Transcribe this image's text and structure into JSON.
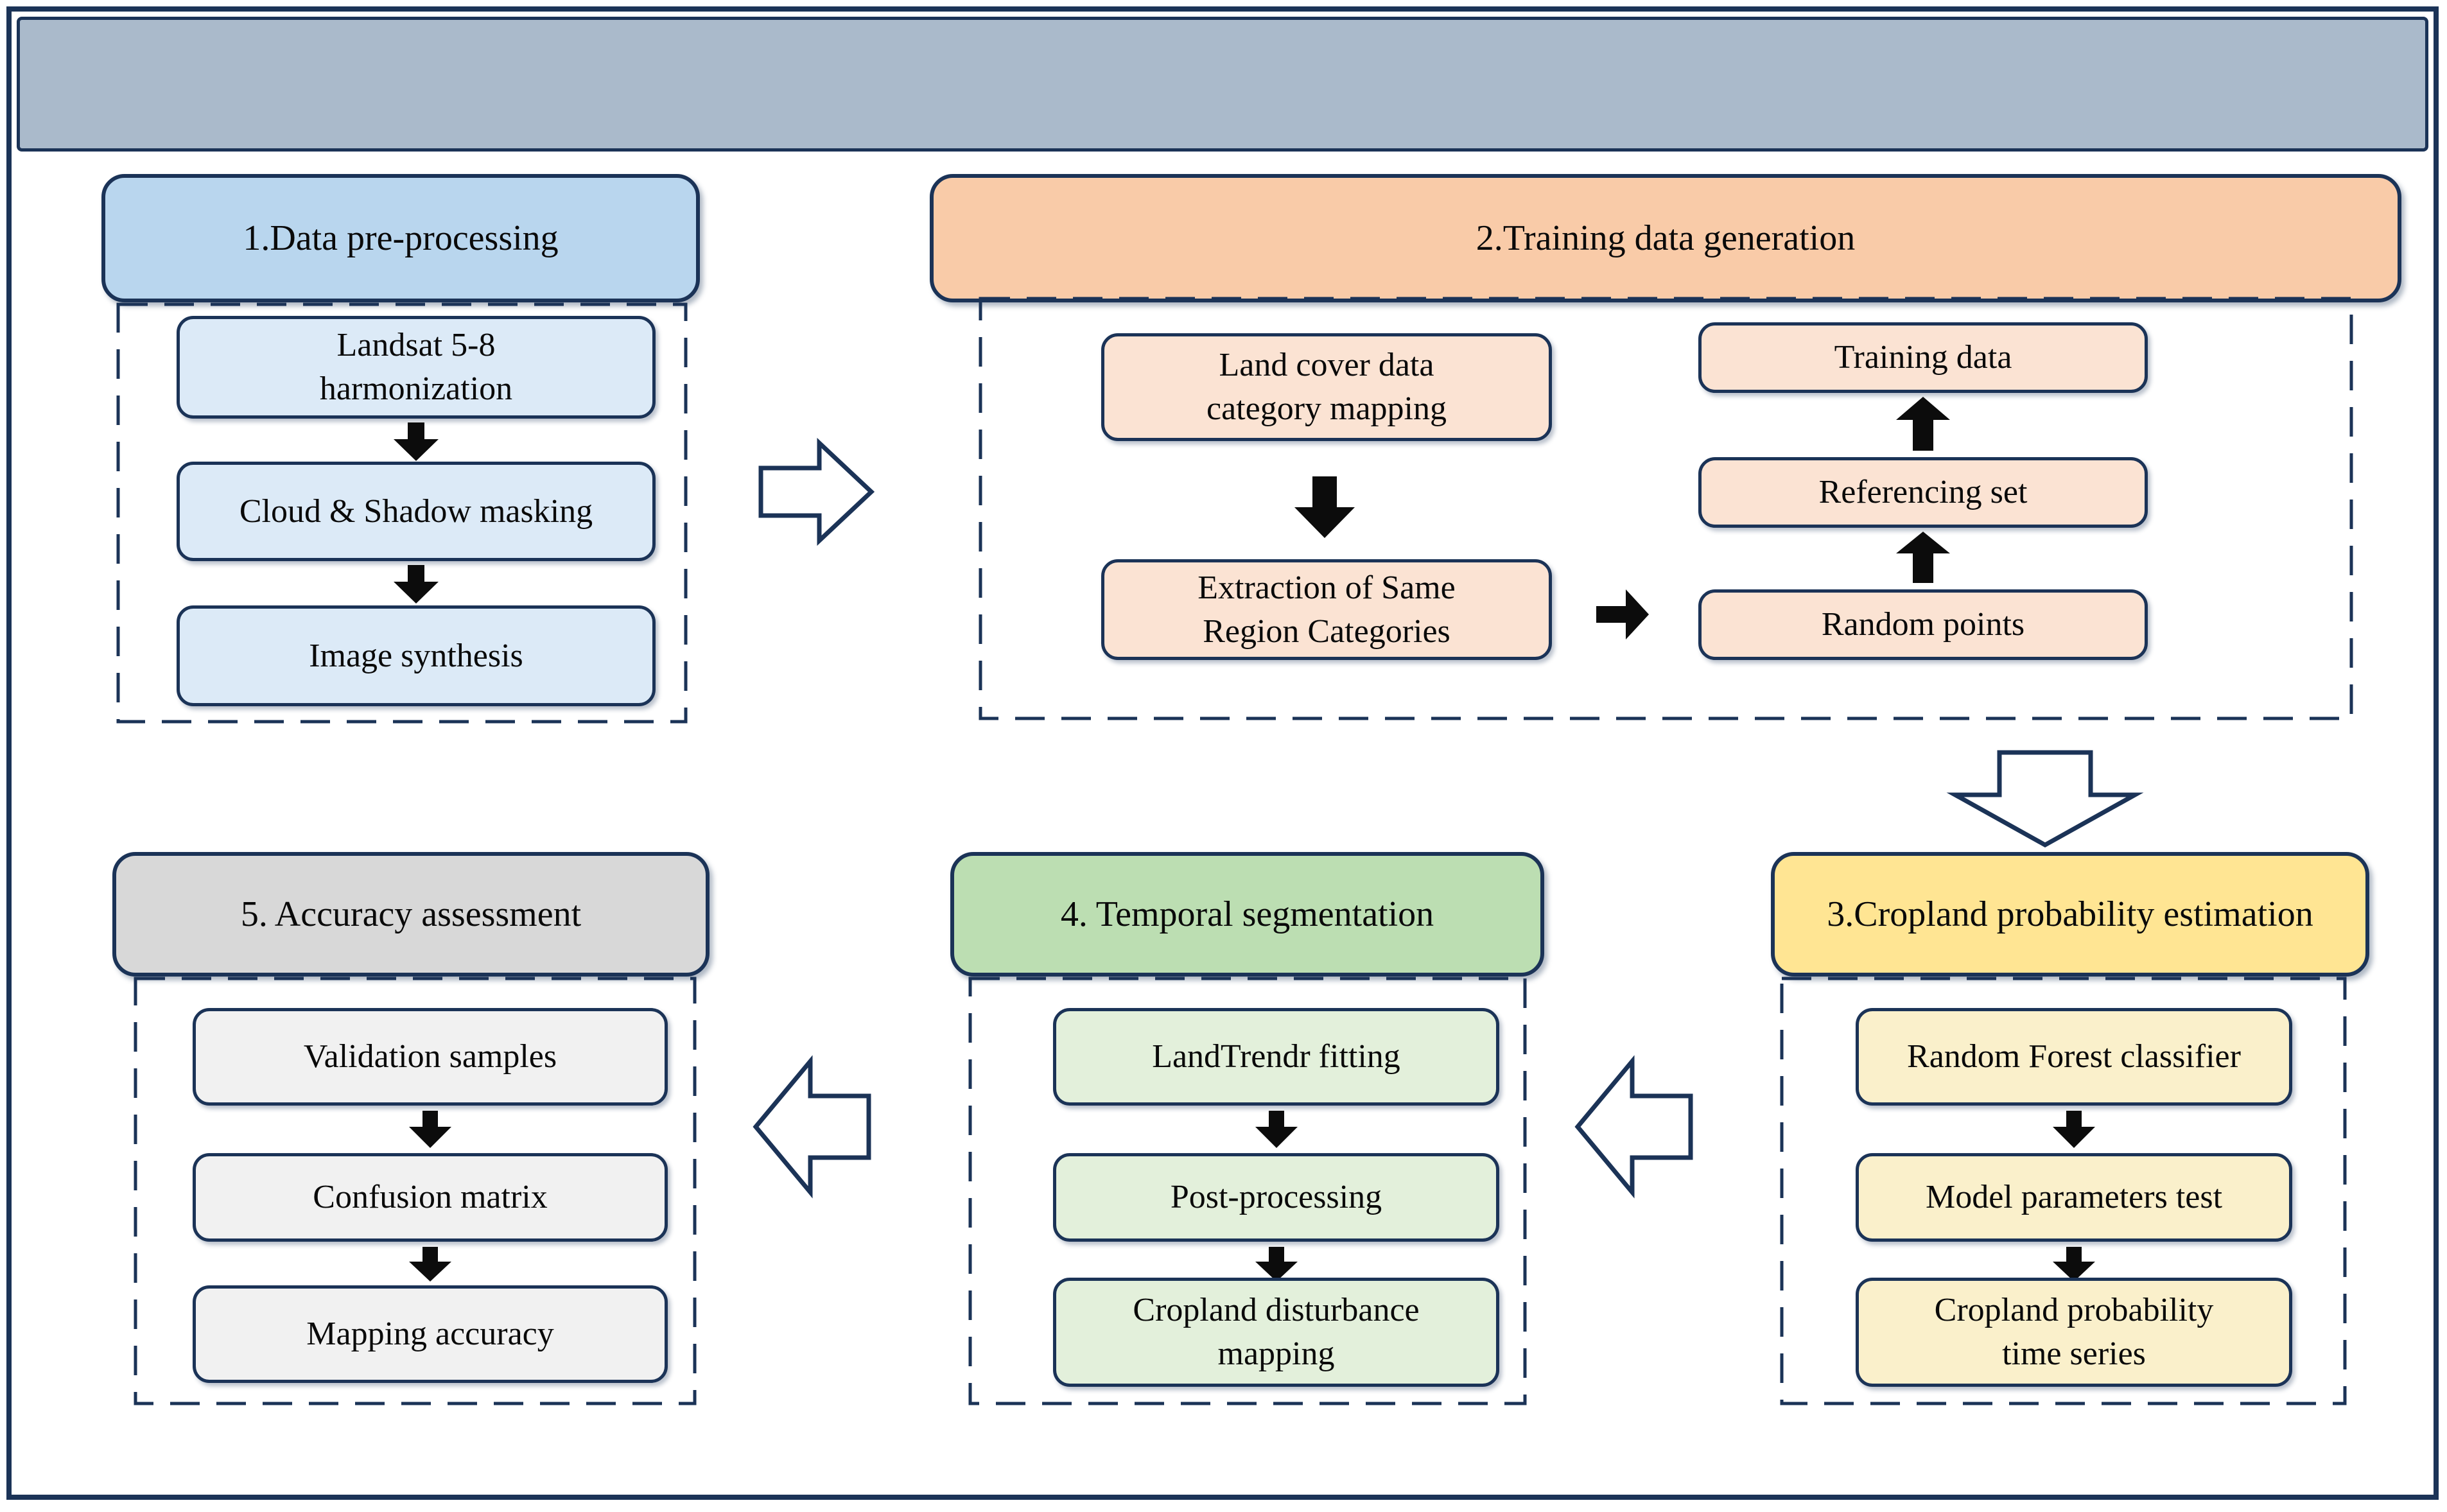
{
  "figure": {
    "banner": {
      "text": ""
    },
    "palette": {
      "frame_navy": "#1b3357",
      "banner_fill": "#aabacb",
      "arrow_black": "#0c0c0c",
      "outline_arrow_fill": "#ffffff"
    },
    "sections": [
      {
        "title": "1.Data pre-processing",
        "header_fill": "#b9d6ee",
        "box_fill": "#dceaf7",
        "steps": [
          "Landsat 5-8\nharmonization",
          "Cloud & Shadow masking",
          "Image synthesis"
        ]
      },
      {
        "title": "2.Training data generation",
        "header_fill": "#f9cba8",
        "box_fill": "#fbe3d3",
        "left_steps": [
          "Land cover data\ncategory mapping",
          "Extraction of Same\nRegion Categories"
        ],
        "right_steps": [
          "Training data",
          "Referencing set",
          "Random points"
        ]
      },
      {
        "title": "3.Cropland probability estimation",
        "header_fill": "#ffe593",
        "box_fill": "#faf0cb",
        "steps": [
          "Random Forest classifier",
          "Model parameters test",
          "Cropland probability\ntime series"
        ]
      },
      {
        "title": "4. Temporal segmentation",
        "header_fill": "#bcdeb2",
        "box_fill": "#e3f0db",
        "steps": [
          "LandTrendr fitting",
          "Post-processing",
          "Cropland disturbance\nmapping"
        ]
      },
      {
        "title": "5. Accuracy assessment",
        "header_fill": "#d8d8d8",
        "box_fill": "#f1f1f1",
        "steps": [
          "Validation samples",
          "Confusion matrix",
          "Mapping accuracy"
        ]
      }
    ]
  }
}
